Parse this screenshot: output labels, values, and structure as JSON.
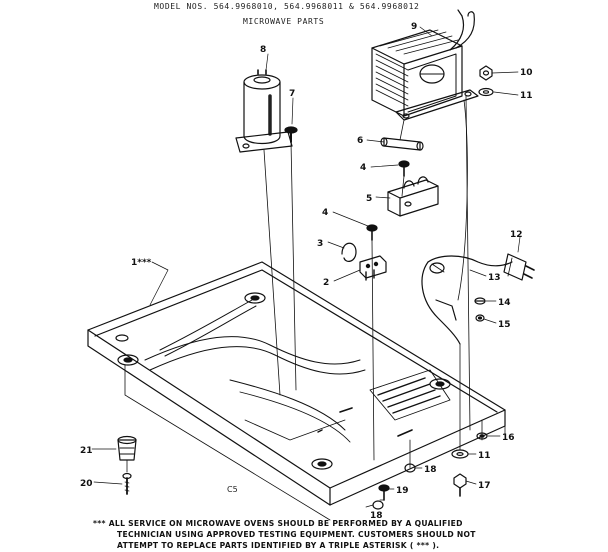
{
  "header": {
    "title": "MODEL NOS. 564.9968010, 564.9968011 & 564.9968012",
    "subtitle": "MICROWAVE PARTS"
  },
  "figure_code": "C5",
  "callouts": {
    "c1": "1***",
    "c2": "2",
    "c3": "3",
    "c4a": "4",
    "c4b": "4",
    "c5": "5",
    "c6": "6",
    "c7": "7",
    "c8": "8",
    "c9": "9",
    "c10": "10",
    "c11a": "11",
    "c11b": "11",
    "c12": "12",
    "c13": "13",
    "c14": "14",
    "c15": "15",
    "c16": "16",
    "c17": "17",
    "c18a": "18",
    "c18b": "18",
    "c19": "19",
    "c20": "20",
    "c21": "21"
  },
  "note": {
    "line1": "*** ALL SERVICE ON MICROWAVE OVENS SHOULD BE PERFORMED BY A QUALIFIED",
    "line2": "TECHNICIAN USING APPROVED TESTING EQUIPMENT. CUSTOMERS SHOULD NOT",
    "line3": "ATTEMPT TO REPLACE PARTS IDENTIFIED BY A TRIPLE ASTERISK ( *** )."
  },
  "colors": {
    "ink": "#111111",
    "paper": "#ffffff"
  }
}
